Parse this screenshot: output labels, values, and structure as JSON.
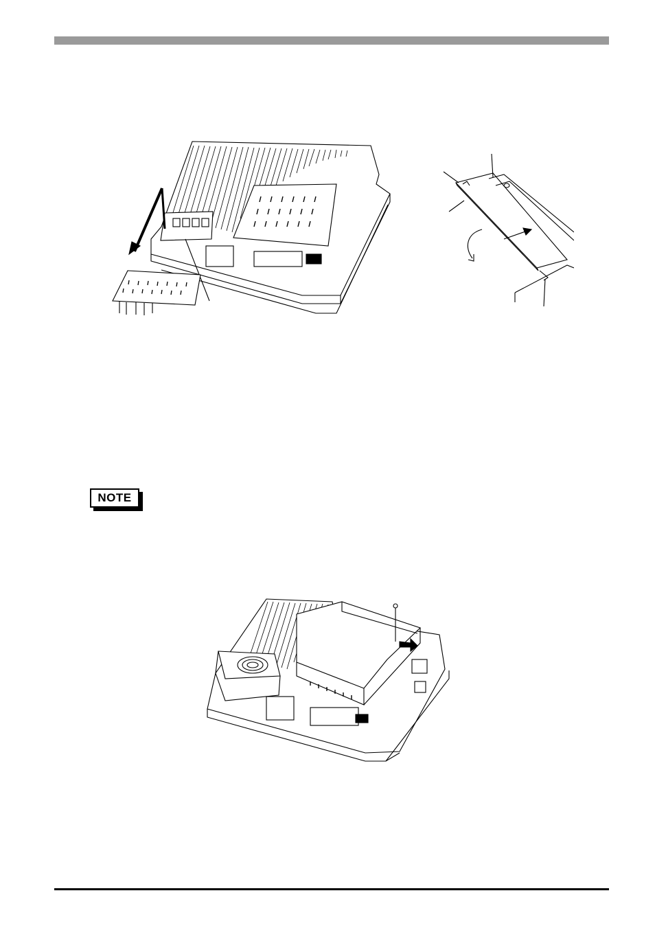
{
  "page": {
    "note_label": "NOTE"
  },
  "figures": [
    {
      "icon": "display-rear-memory-removal-illustration"
    },
    {
      "icon": "memory-card-insertion-detail-illustration"
    },
    {
      "icon": "display-rear-unit-mounting-illustration"
    }
  ],
  "colors": {
    "header_bar": "#9a9a9a",
    "rule": "#000000",
    "ink": "#000000"
  }
}
